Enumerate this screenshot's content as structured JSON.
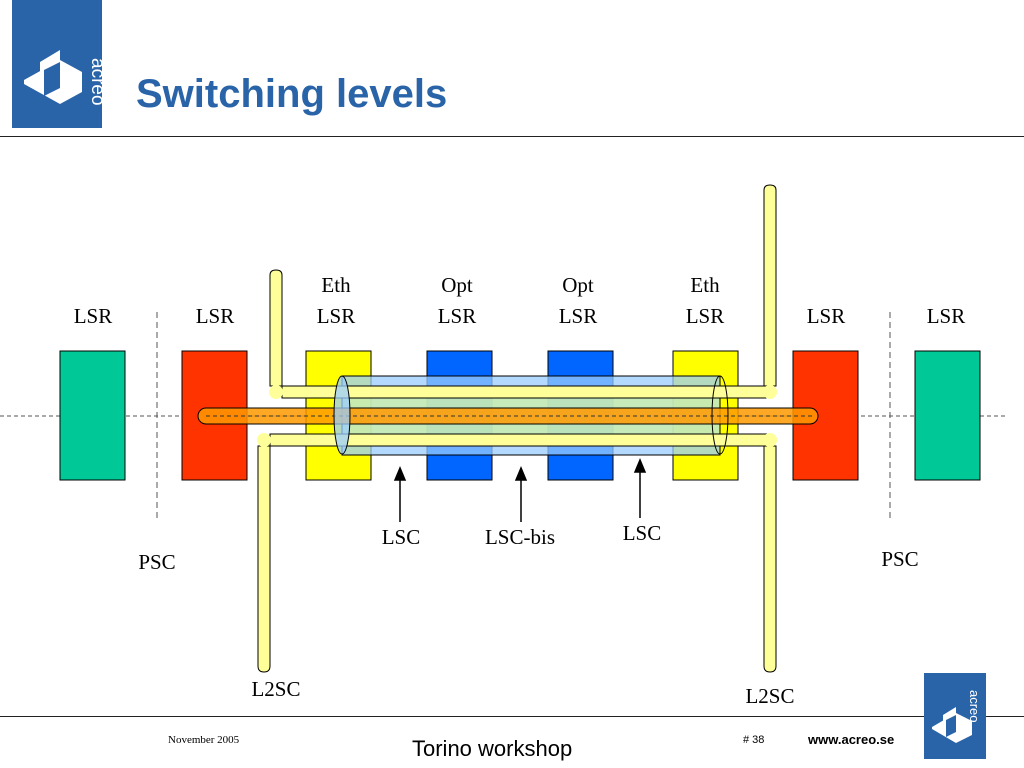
{
  "header": {
    "title": "Switching levels",
    "logo_text": "acreo"
  },
  "diagram": {
    "nodes": [
      {
        "line1": "",
        "line2": "LSR",
        "color": "#00c896"
      },
      {
        "line1": "",
        "line2": "LSR",
        "color": "#ff3300"
      },
      {
        "line1": "Eth",
        "line2": "LSR",
        "color": "#ffff00"
      },
      {
        "line1": "Opt",
        "line2": "LSR",
        "color": "#0066ff"
      },
      {
        "line1": "Opt",
        "line2": "LSR",
        "color": "#0066ff"
      },
      {
        "line1": "Eth",
        "line2": "LSR",
        "color": "#ffff00"
      },
      {
        "line1": "",
        "line2": "LSR",
        "color": "#ff3300"
      },
      {
        "line1": "",
        "line2": "LSR",
        "color": "#00c896"
      }
    ],
    "labels": {
      "psc_left": "PSC",
      "psc_right": "PSC",
      "l2sc_left": "L2SC",
      "l2sc_right": "L2SC",
      "lsc_left": "LSC",
      "lsc_bis": "LSC-bis",
      "lsc_right": "LSC"
    },
    "colors": {
      "l2sc_tube": "#ffff99",
      "lsc_tube": "#99ccff",
      "lsc_bis_band": "#cceeaa",
      "psc_tube": "#ff9900"
    }
  },
  "footer": {
    "date": "November 2005",
    "event": "Torino workshop",
    "page": "# 38",
    "url": "www.acreo.se"
  }
}
